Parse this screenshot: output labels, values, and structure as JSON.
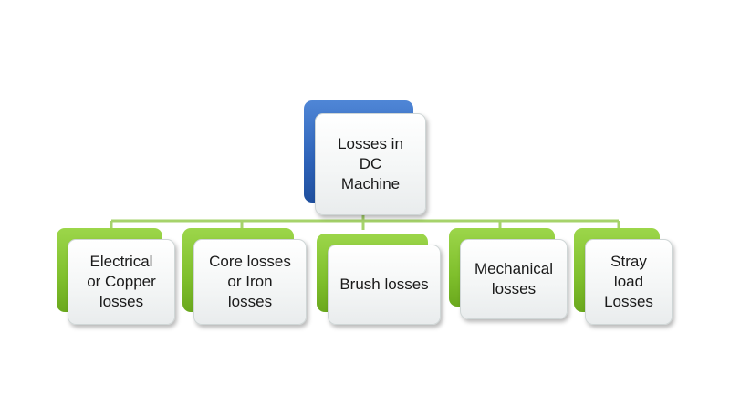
{
  "root": {
    "label": "Losses in\nDC\nMachine",
    "back_color": "#2d62b8"
  },
  "children": [
    {
      "label": "Electrical\nor Copper\nlosses"
    },
    {
      "label": "Core losses\nor Iron\nlosses"
    },
    {
      "label": "Brush losses"
    },
    {
      "label": "Mechanical\nlosses"
    },
    {
      "label": "Stray\nload\nLosses"
    }
  ],
  "child_back_color": "#7fbf2c",
  "connector_color": "#a6d36b"
}
